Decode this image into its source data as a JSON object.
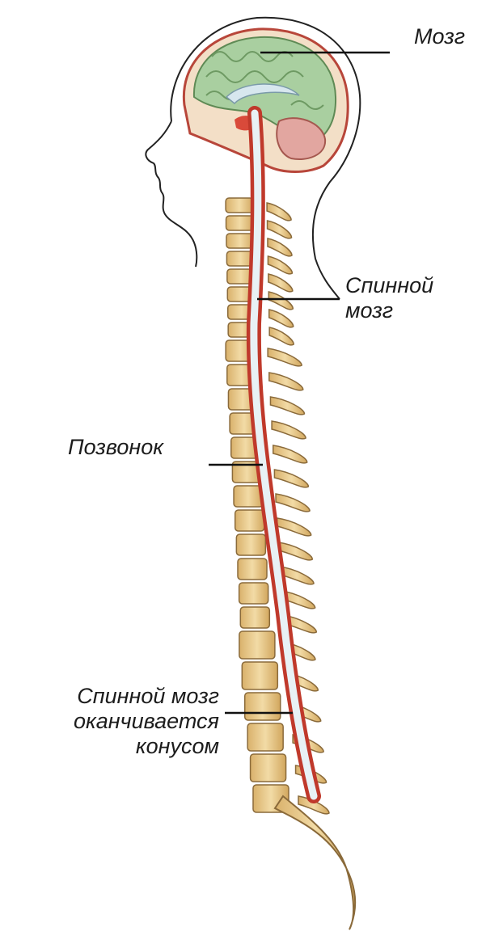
{
  "labels": {
    "brain": "Мозг",
    "spinal_cord": [
      "Спинной",
      "мозг"
    ],
    "vertebra": "Позвонок",
    "conus": [
      "Спинной мозг",
      "оканчивается",
      "конусом"
    ]
  },
  "colors": {
    "brain": "#a9cfa0",
    "cerebellum": "#e2a6a0",
    "spinal_cord": "#cde2ec",
    "cord_border": "#c0392b",
    "bone": "#e8c98b",
    "bone_outline": "#8a6a3a",
    "skin_outline": "#222222"
  }
}
